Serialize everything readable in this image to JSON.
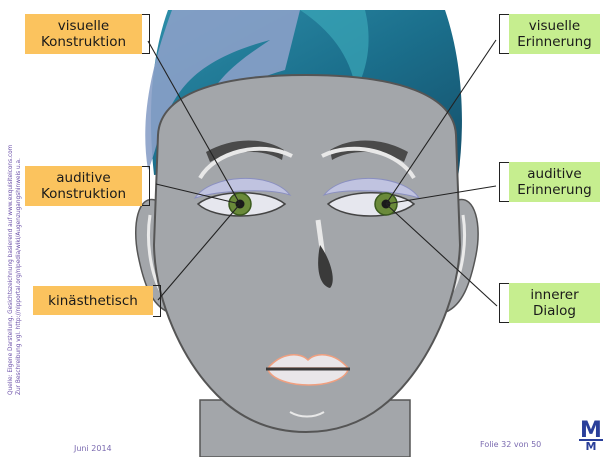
{
  "labels": {
    "visual_construction": "visuelle\nKonstruktion",
    "auditory_construction": "auditive\nKonstruktion",
    "kinesthetic": "kinästhetisch",
    "visual_memory": "visuelle\nErinnerung",
    "auditory_memory": "auditive\nErinnerung",
    "inner_dialogue": "innerer\nDialog"
  },
  "credit": "Quelle: Eigene Darstellung, Gesichtszeichnung basierend auf  www.exquisiteicons.com\nZur Beschreibung vgl. http://nlpportal.org/nlpedia/wiki/Augenzugangshinweis u.a.",
  "footer": {
    "date": "Juni 2014",
    "slide": "Folie 32 von 50",
    "logo_mark": "M"
  },
  "colors": {
    "left_label": "#fbc35e",
    "right_label": "#c6ee8f",
    "skin": "#a3a6aa",
    "hair": "#1f7a93",
    "iris": "#6a8a3a",
    "credit_text": "#6a4fa8"
  }
}
